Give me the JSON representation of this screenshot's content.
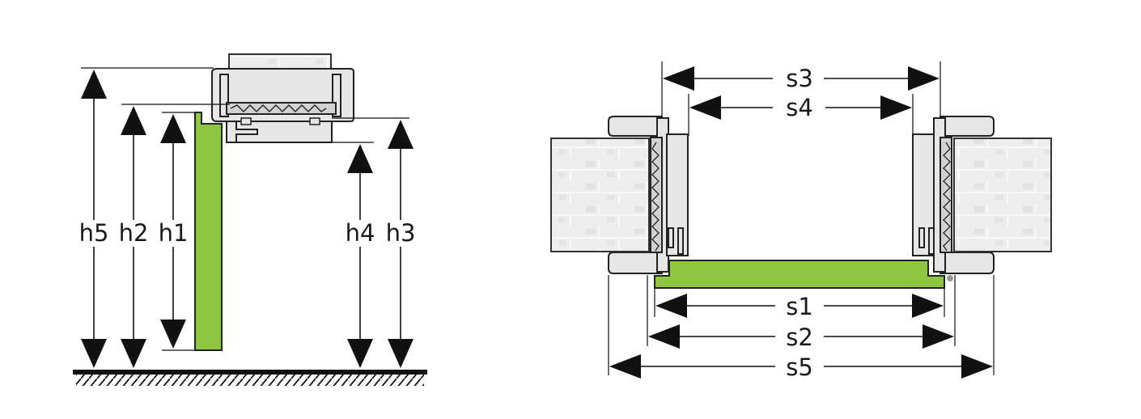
{
  "colors": {
    "door_leaf": "#8dc63f",
    "frame": "#e6e6e6",
    "wall": "#ebebeb",
    "lines": "#111111"
  },
  "section_view": {
    "labels": {
      "h5": "h5",
      "h2": "h2",
      "h1": "h1",
      "h4": "h4",
      "h3": "h3"
    }
  },
  "plan_view": {
    "labels": {
      "s3": "s3",
      "s4": "s4",
      "s1": "s1",
      "s2": "s2",
      "s5": "s5"
    }
  }
}
